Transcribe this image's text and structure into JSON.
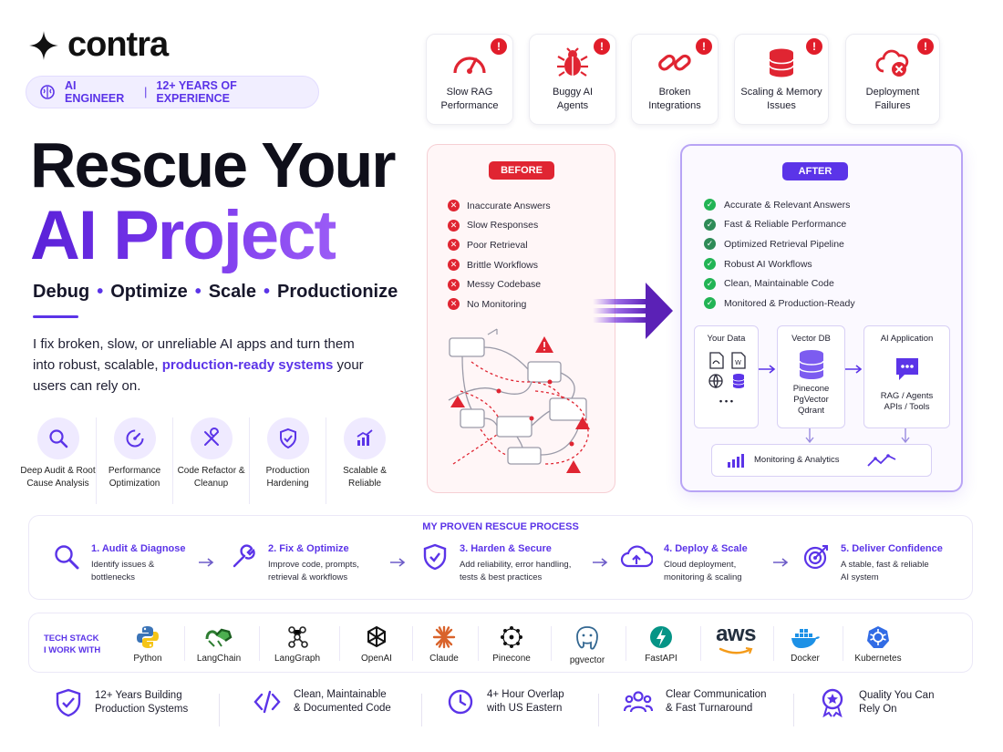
{
  "brand": {
    "name": "contra"
  },
  "role": {
    "title": "AI ENGINEER",
    "separator": "|",
    "experience": "12+ YEARS OF EXPERIENCE"
  },
  "headline": {
    "line1": "Rescue Your",
    "line2": "AI Project"
  },
  "tagline": {
    "words": [
      "Debug",
      "Optimize",
      "Scale",
      "Productionize"
    ],
    "dot": "•"
  },
  "intro": {
    "before": "I fix broken, slow, or unreliable AI apps and turn them into robust, scalable, ",
    "highlight": "production-ready systems",
    "after": " your users can rely on."
  },
  "services": [
    {
      "label": "Deep Audit & Root Cause Analysis",
      "icon": "magnifier-icon"
    },
    {
      "label": "Performance Optimization",
      "icon": "speedometer-icon"
    },
    {
      "label": "Code Refactor & Cleanup",
      "icon": "tools-icon"
    },
    {
      "label": "Production Hardening",
      "icon": "shield-icon"
    },
    {
      "label": "Scalable & Reliable",
      "icon": "growth-chart-icon"
    }
  ],
  "problems": [
    {
      "label": "Slow RAG Performance",
      "icon": "gauge-icon",
      "badge": "!"
    },
    {
      "label": "Buggy AI Agents",
      "icon": "bug-icon",
      "badge": "!"
    },
    {
      "label": "Broken Integrations",
      "icon": "broken-link-icon",
      "badge": "!"
    },
    {
      "label": "Scaling & Memory Issues",
      "icon": "database-icon",
      "badge": "!"
    },
    {
      "label": "Deployment Failures",
      "icon": "cloud-error-icon",
      "badge": "!"
    }
  ],
  "before": {
    "badge": "BEFORE",
    "items": [
      "Inaccurate Answers",
      "Slow Responses",
      "Poor Retrieval",
      "Brittle Workflows",
      "Messy Codebase",
      "No Monitoring"
    ]
  },
  "after": {
    "badge": "AFTER",
    "items": [
      "Accurate & Relevant Answers",
      "Fast & Reliable Performance",
      "Optimized Retrieval Pipeline",
      "Robust AI Workflows",
      "Clean, Maintainable Code",
      "Monitored & Production-Ready"
    ],
    "arch": {
      "data": {
        "title": "Your Data",
        "more": "• • •"
      },
      "vector": {
        "title": "Vector DB",
        "lines": [
          "Pinecone",
          "PgVector",
          "Qdrant"
        ]
      },
      "app": {
        "title": "AI Application",
        "lines": [
          "RAG / Agents",
          "APIs / Tools"
        ]
      },
      "monitoring": "Monitoring & Analytics"
    }
  },
  "process": {
    "title": "MY PROVEN RESCUE PROCESS",
    "steps": [
      {
        "title": "1. Audit & Diagnose",
        "desc": [
          "Identify issues &",
          "bottlenecks"
        ],
        "icon": "magnifier-icon"
      },
      {
        "title": "2. Fix & Optimize",
        "desc": [
          "Improve code, prompts,",
          "retrieval & workflows"
        ],
        "icon": "wrench-icon"
      },
      {
        "title": "3. Harden & Secure",
        "desc": [
          "Add reliability, error handling,",
          "tests & best practices"
        ],
        "icon": "shield-check-icon"
      },
      {
        "title": "4. Deploy & Scale",
        "desc": [
          "Cloud deployment,",
          "monitoring & scaling"
        ],
        "icon": "cloud-upload-icon"
      },
      {
        "title": "5. Deliver Confidence",
        "desc": [
          "A stable, fast & reliable",
          "AI system"
        ],
        "icon": "target-icon"
      }
    ]
  },
  "tech": {
    "title": [
      "TECH STACK",
      "I WORK WITH"
    ],
    "tools": [
      {
        "label": "Python",
        "icon": "python-icon"
      },
      {
        "label": "LangChain",
        "icon": "langchain-icon"
      },
      {
        "label": "LangGraph",
        "icon": "langgraph-icon"
      },
      {
        "label": "OpenAI",
        "icon": "openai-icon"
      },
      {
        "label": "Claude",
        "icon": "claude-icon"
      },
      {
        "label": "Pinecone",
        "icon": "pinecone-icon"
      },
      {
        "label": "pgvector",
        "icon": "pgvector-icon"
      },
      {
        "label": "FastAPI",
        "icon": "fastapi-icon"
      },
      {
        "label": "aws",
        "icon": "aws-icon"
      },
      {
        "label": "Docker",
        "icon": "docker-icon"
      },
      {
        "label": "Kubernetes",
        "icon": "kubernetes-icon"
      }
    ]
  },
  "footer": [
    {
      "lines": [
        "12+ Years Building",
        "Production Systems"
      ],
      "icon": "shield-check-icon"
    },
    {
      "lines": [
        "Clean, Maintainable",
        "& Documented Code"
      ],
      "icon": "code-icon"
    },
    {
      "lines": [
        "4+ Hour Overlap",
        "with US Eastern"
      ],
      "icon": "clock-icon"
    },
    {
      "lines": [
        "Clear Communication",
        "& Fast Turnaround"
      ],
      "icon": "team-icon"
    },
    {
      "lines": [
        "Quality You Can",
        "Rely On"
      ],
      "icon": "award-icon"
    }
  ],
  "colors": {
    "accent": "#5b34e8",
    "danger": "#e02532",
    "success": "#22b455"
  }
}
